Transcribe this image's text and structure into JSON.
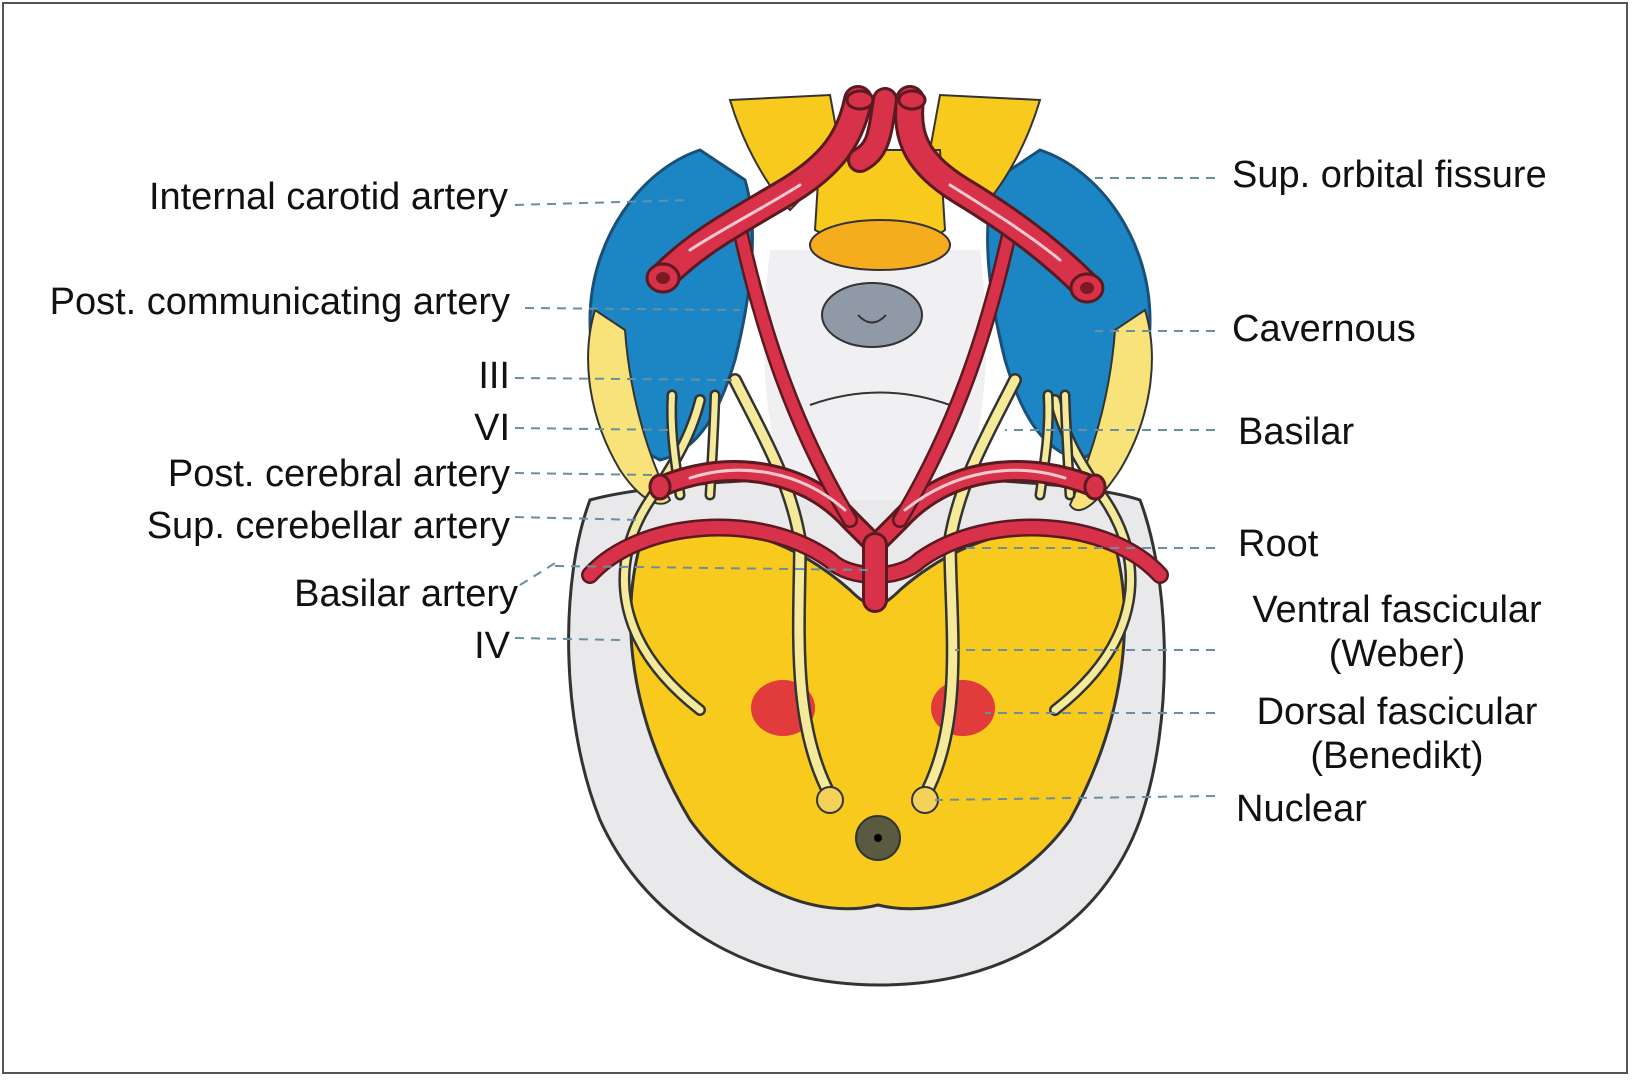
{
  "colors": {
    "artery": "#d8324a",
    "artery_highlight": "#f6c9cf",
    "sinus_blue": "#1c86c4",
    "midbrain_yellow": "#f7ca1d",
    "nerve_yellow": "#f4ea9a",
    "pons_gray": "#e9e9ec",
    "pituitary_orange": "#f5ad1e",
    "leader_line": "#6a8fa0"
  },
  "labels_left": {
    "internal_carotid": "Internal carotid artery",
    "post_communicating": "Post. communicating artery",
    "cn_iii": "III",
    "cn_vi": "VI",
    "post_cerebral": "Post. cerebral artery",
    "sup_cerebellar": "Sup. cerebellar artery",
    "basilar_artery": "Basilar artery",
    "cn_iv": "IV"
  },
  "labels_right": {
    "sup_orbital_fissure": "Sup. orbital fissure",
    "cavernous": "Cavernous",
    "basilar": "Basilar",
    "root": "Root",
    "ventral_fascicular_1": "Ventral fascicular",
    "ventral_fascicular_2": "(Weber)",
    "dorsal_fascicular_1": "Dorsal fascicular",
    "dorsal_fascicular_2": "(Benedikt)",
    "nuclear": "Nuclear"
  }
}
